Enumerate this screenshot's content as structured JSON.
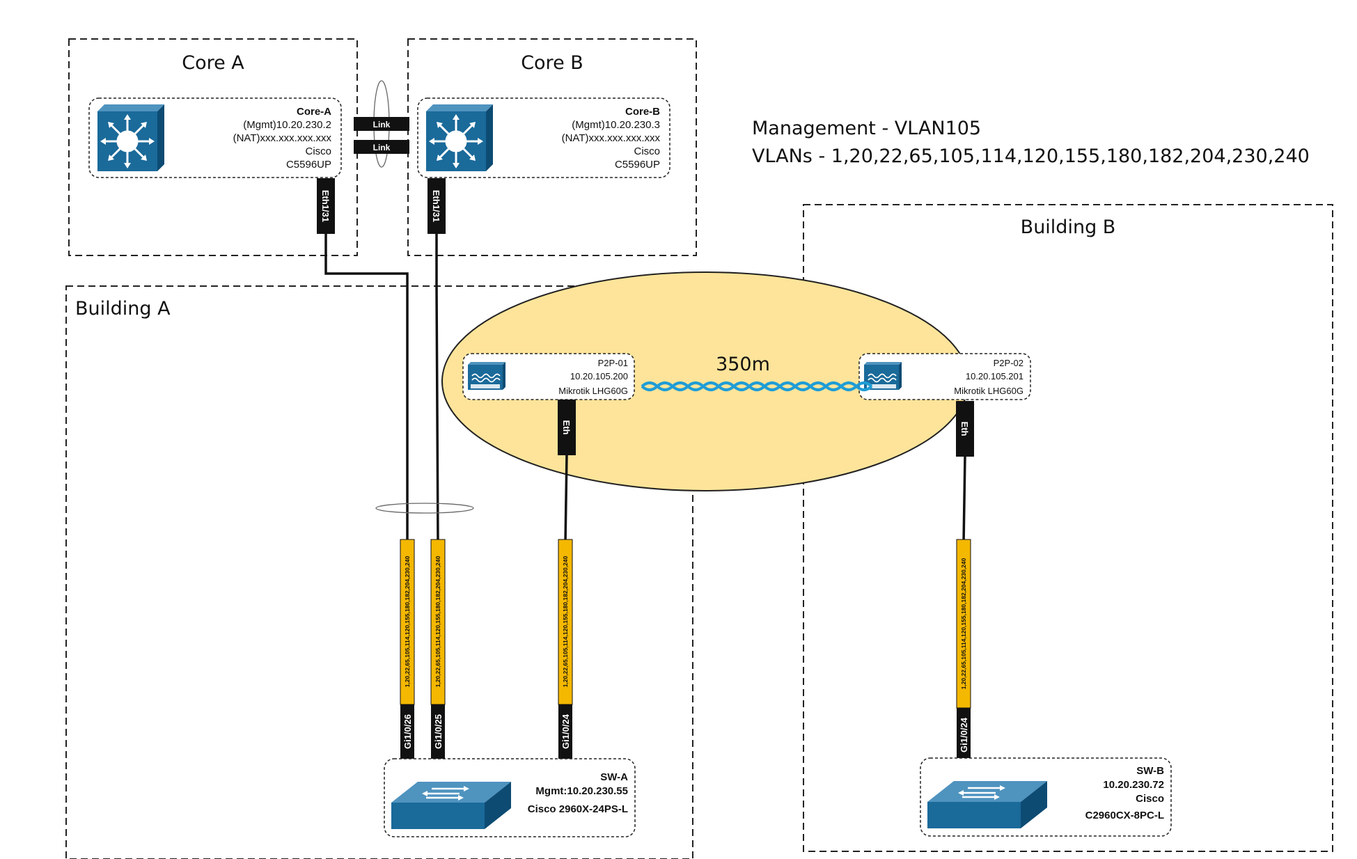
{
  "zones": {
    "core_a": "Core A",
    "core_b": "Core B",
    "building_a": "Building A",
    "building_b": "Building B"
  },
  "info": {
    "management": "Management - VLAN105",
    "vlans": "VLANs - 1,20,22,65,105,114,120,155,180,182,204,230,240"
  },
  "devices": {
    "core_a": {
      "name": "Core-A",
      "mgmt": "(Mgmt)10.20.230.2",
      "nat": "(NAT)xxx.xxx.xxx.xxx",
      "vendor": "Cisco",
      "model": "C5596UP"
    },
    "core_b": {
      "name": "Core-B",
      "mgmt": "(Mgmt)10.20.230.3",
      "nat": "(NAT)xxx.xxx.xxx.xxx",
      "vendor": "Cisco",
      "model": "C5596UP"
    },
    "p2p_01": {
      "name": "P2P-01",
      "ip": "10.20.105.200",
      "model": "Mikrotik LHG60G"
    },
    "p2p_02": {
      "name": "P2P-02",
      "ip": "10.20.105.201",
      "model": "Mikrotik LHG60G"
    },
    "sw_a": {
      "name": "SW-A",
      "mgmt": "Mgmt:10.20.230.55",
      "model": "Cisco 2960X-24PS-L"
    },
    "sw_b": {
      "name": "SW-B",
      "ip": "10.20.230.72",
      "vendor": "Cisco",
      "model": "C2960CX-8PC-L"
    }
  },
  "links": {
    "interlink_1": "Link",
    "interlink_2": "Link",
    "wireless_distance": "350m"
  },
  "ports": {
    "core_a_uplink": "Eth1/31",
    "core_b_uplink": "Eth1/31",
    "p2p_01_eth": "Eth",
    "p2p_02_eth": "Eth",
    "sw_a_gi26": "Gi1/0/26",
    "sw_a_gi25": "Gi1/0/25",
    "sw_a_gi24": "Gi1/0/24",
    "sw_b_gi24": "Gi1/0/24"
  },
  "vlan_tag": "1,20,22,65,105,114,120,155,180,182,204,230,240",
  "colors": {
    "device_blue": "#1a6a9a",
    "vlan_yellow": "#f5b800",
    "wireless_area": "#fde49a",
    "wave_blue": "#1f9dd6"
  }
}
